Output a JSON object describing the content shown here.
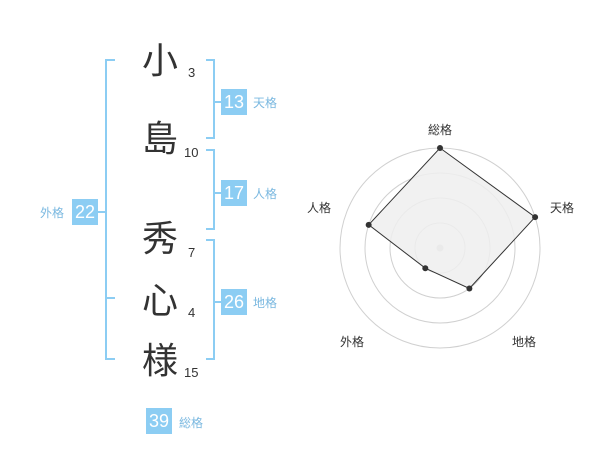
{
  "name": {
    "characters": [
      {
        "char": "小",
        "strokes": "3"
      },
      {
        "char": "島",
        "strokes": "10"
      },
      {
        "char": "秀",
        "strokes": "7"
      },
      {
        "char": "心",
        "strokes": "4"
      },
      {
        "char": "様",
        "strokes": "15"
      }
    ]
  },
  "fortunes": {
    "tenkaku": {
      "label": "天格",
      "value": "13"
    },
    "jinkaku": {
      "label": "人格",
      "value": "17"
    },
    "chikaku": {
      "label": "地格",
      "value": "26"
    },
    "gaikaku": {
      "label": "外格",
      "value": "22"
    },
    "soukaku": {
      "label": "総格",
      "value": "39"
    }
  },
  "colors": {
    "bracket": "#8ccdf3",
    "badge": "#8ccdf3",
    "label": "#7ab8e0",
    "radar_fill": "#eeeeee",
    "radar_line": "#333333",
    "grid": "#d0d0d0"
  },
  "chart_data": {
    "type": "radar",
    "axes": [
      "総格",
      "天格",
      "地格",
      "外格",
      "人格"
    ],
    "values": [
      4,
      4,
      2,
      1,
      3
    ],
    "rmax": 4,
    "rings": 4
  }
}
